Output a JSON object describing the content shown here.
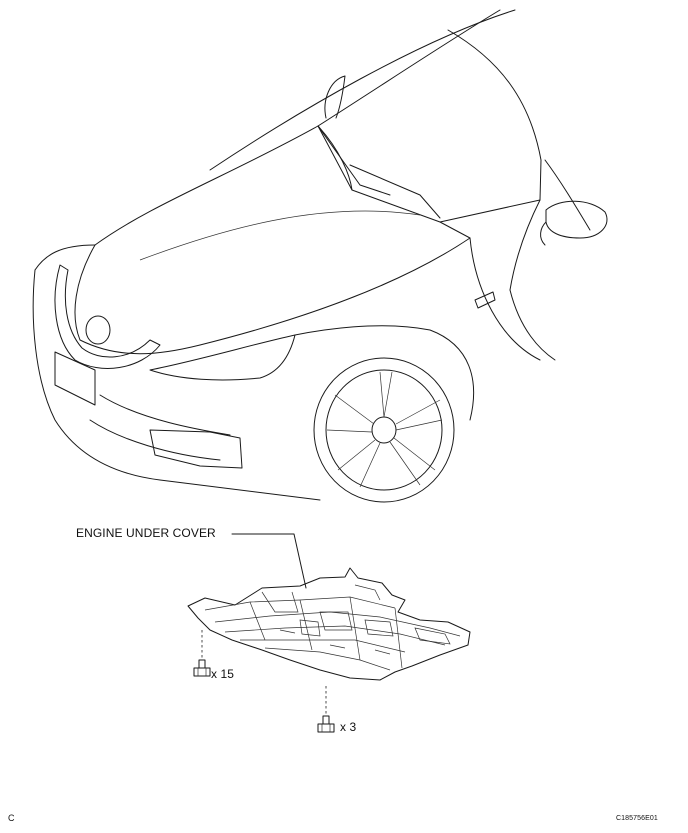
{
  "diagram": {
    "callout_label": "ENGINE UNDER COVER",
    "fasteners": [
      {
        "quantity_label": "x 15"
      },
      {
        "quantity_label": "x 3"
      }
    ],
    "corner_code": "C",
    "figure_id": "C185756E01"
  }
}
